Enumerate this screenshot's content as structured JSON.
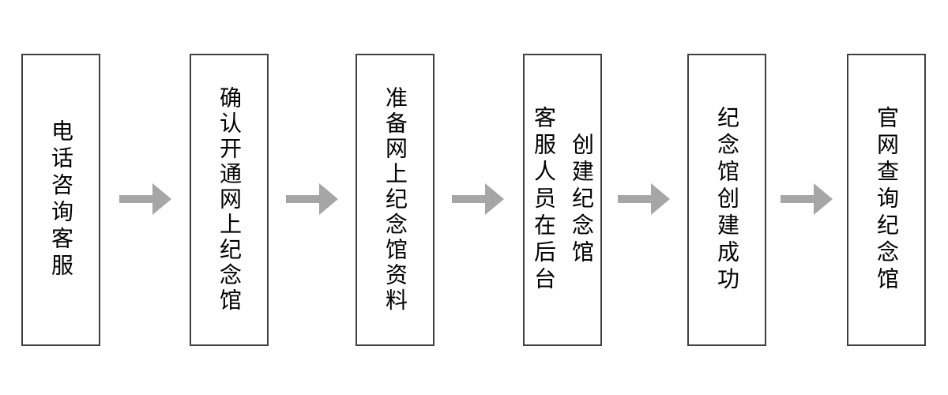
{
  "diagram": {
    "type": "flowchart",
    "direction": "left-to-right",
    "steps": [
      {
        "id": 1,
        "label": "电话咨询客服"
      },
      {
        "id": 2,
        "label": "确认开通网上纪念馆"
      },
      {
        "id": 3,
        "label": "准备网上纪念馆资料"
      },
      {
        "id": 4,
        "label": "客服人员在后台\n创建纪念馆"
      },
      {
        "id": 5,
        "label": "纪念馆创建成功"
      },
      {
        "id": 6,
        "label": "官网查询纪念馆"
      }
    ],
    "connectors": [
      {
        "from": 1,
        "to": 2,
        "shape": "right-arrow"
      },
      {
        "from": 2,
        "to": 3,
        "shape": "right-arrow"
      },
      {
        "from": 3,
        "to": 4,
        "shape": "right-arrow"
      },
      {
        "from": 4,
        "to": 5,
        "shape": "right-arrow"
      },
      {
        "from": 5,
        "to": 6,
        "shape": "right-arrow"
      }
    ],
    "colors": {
      "background": "#ffffff",
      "border": "#404040",
      "arrow": "#a6a6a6",
      "text": "#000000"
    }
  }
}
